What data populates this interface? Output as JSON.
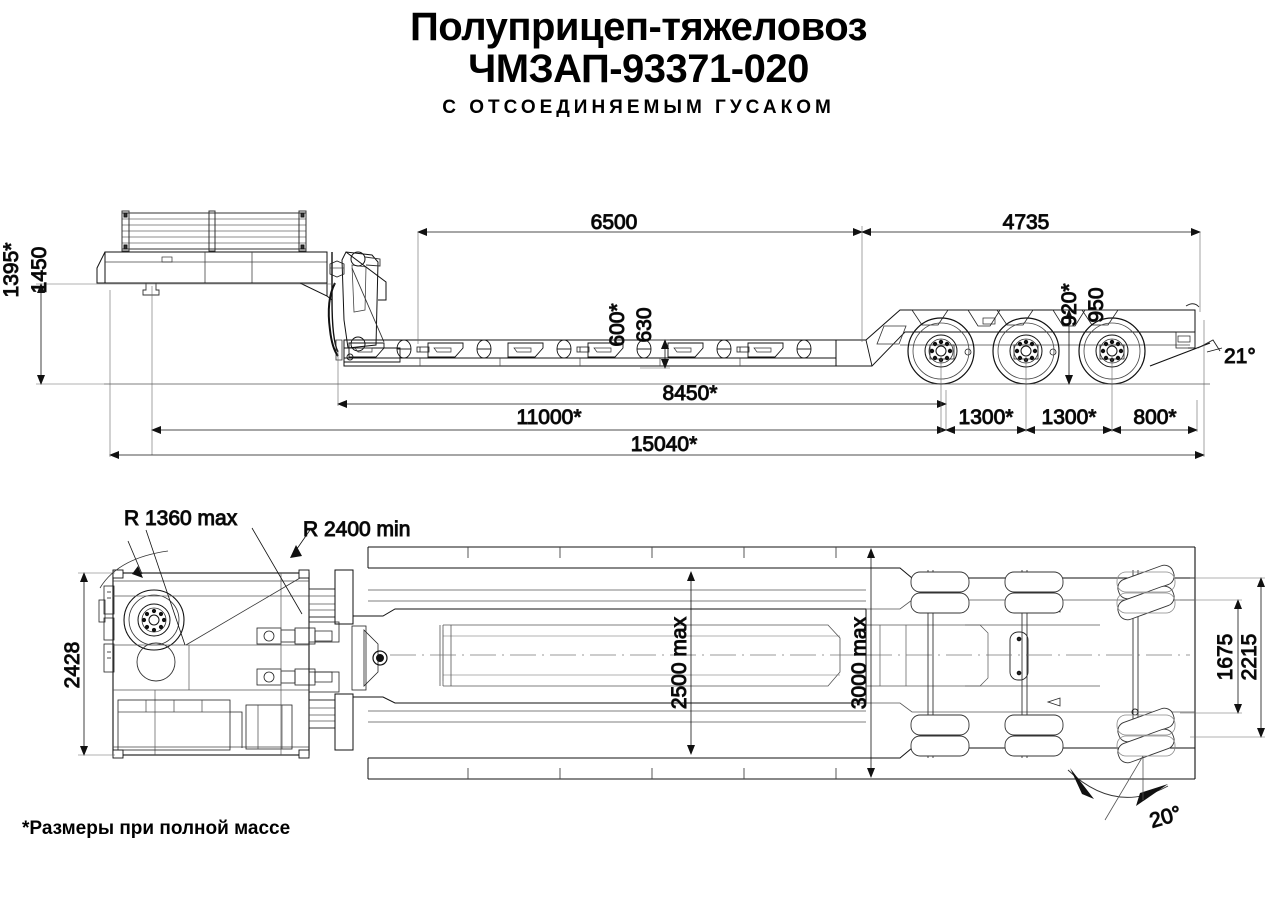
{
  "title": {
    "line1": "Полуприцеп-тяжеловоз",
    "line2": "ЧМЗАП-93371-020",
    "subtitle": "С ОТСОЕДИНЯЕМЫМ ГУСАКОМ"
  },
  "footnote": "*Размеры при полной массе",
  "side_view": {
    "name": "side-elevation-view",
    "dimensions": {
      "height_front_starred": "1395*",
      "height_front": "1450",
      "deck_height_starred": "600*",
      "deck_height": "630",
      "rear_height_starred": "920*",
      "rear_height": "950",
      "top_left_span": "6500",
      "top_right_span": "4735",
      "deck_length": "8450*",
      "length_11000": "11000*",
      "overall_length": "15040*",
      "axle_spacing_1": "1300*",
      "axle_spacing_2": "1300*",
      "rear_overhang": "800*",
      "ramp_angle": "21°"
    }
  },
  "plan_view": {
    "name": "top-plan-view",
    "dimensions": {
      "front_width": "2428",
      "radius_max": "R 1360 max",
      "radius_min": "R 2400 min",
      "deck_width_inner": "2500 max",
      "deck_width_outer": "3000 max",
      "track_inner": "1675",
      "track_outer": "2215",
      "steer_angle": "20°"
    }
  },
  "colors": {
    "line": "#1a1a1a",
    "thin": "#555555",
    "background": "#ffffff"
  }
}
